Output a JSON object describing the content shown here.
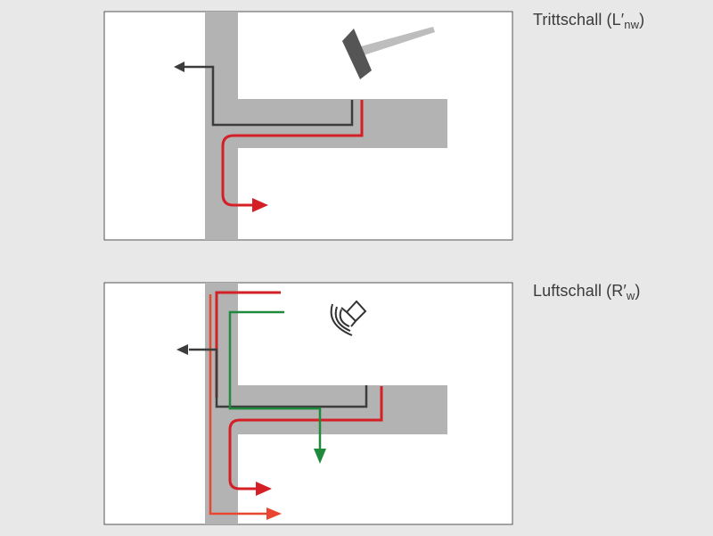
{
  "labels": {
    "impact_main": "Trittschall (L′",
    "impact_sub": "nw",
    "impact_end": ")",
    "airborne_main": "Luftschall (R′",
    "airborne_sub": "w",
    "airborne_end": ")"
  },
  "colors": {
    "background": "#e8e8e8",
    "panel": "#ffffff",
    "panel_border": "#555555",
    "structure": "#b3b3b3",
    "path_gray": "#3c3c3c",
    "path_red": "#d41f26",
    "path_orange_red": "#e8462f",
    "path_green": "#1f8a3c",
    "hammer": "#555555",
    "hammer_handle": "#bdbdbd"
  },
  "icons": {
    "impact_source": "hammer-icon",
    "airborne_source": "loudspeaker-icon"
  }
}
